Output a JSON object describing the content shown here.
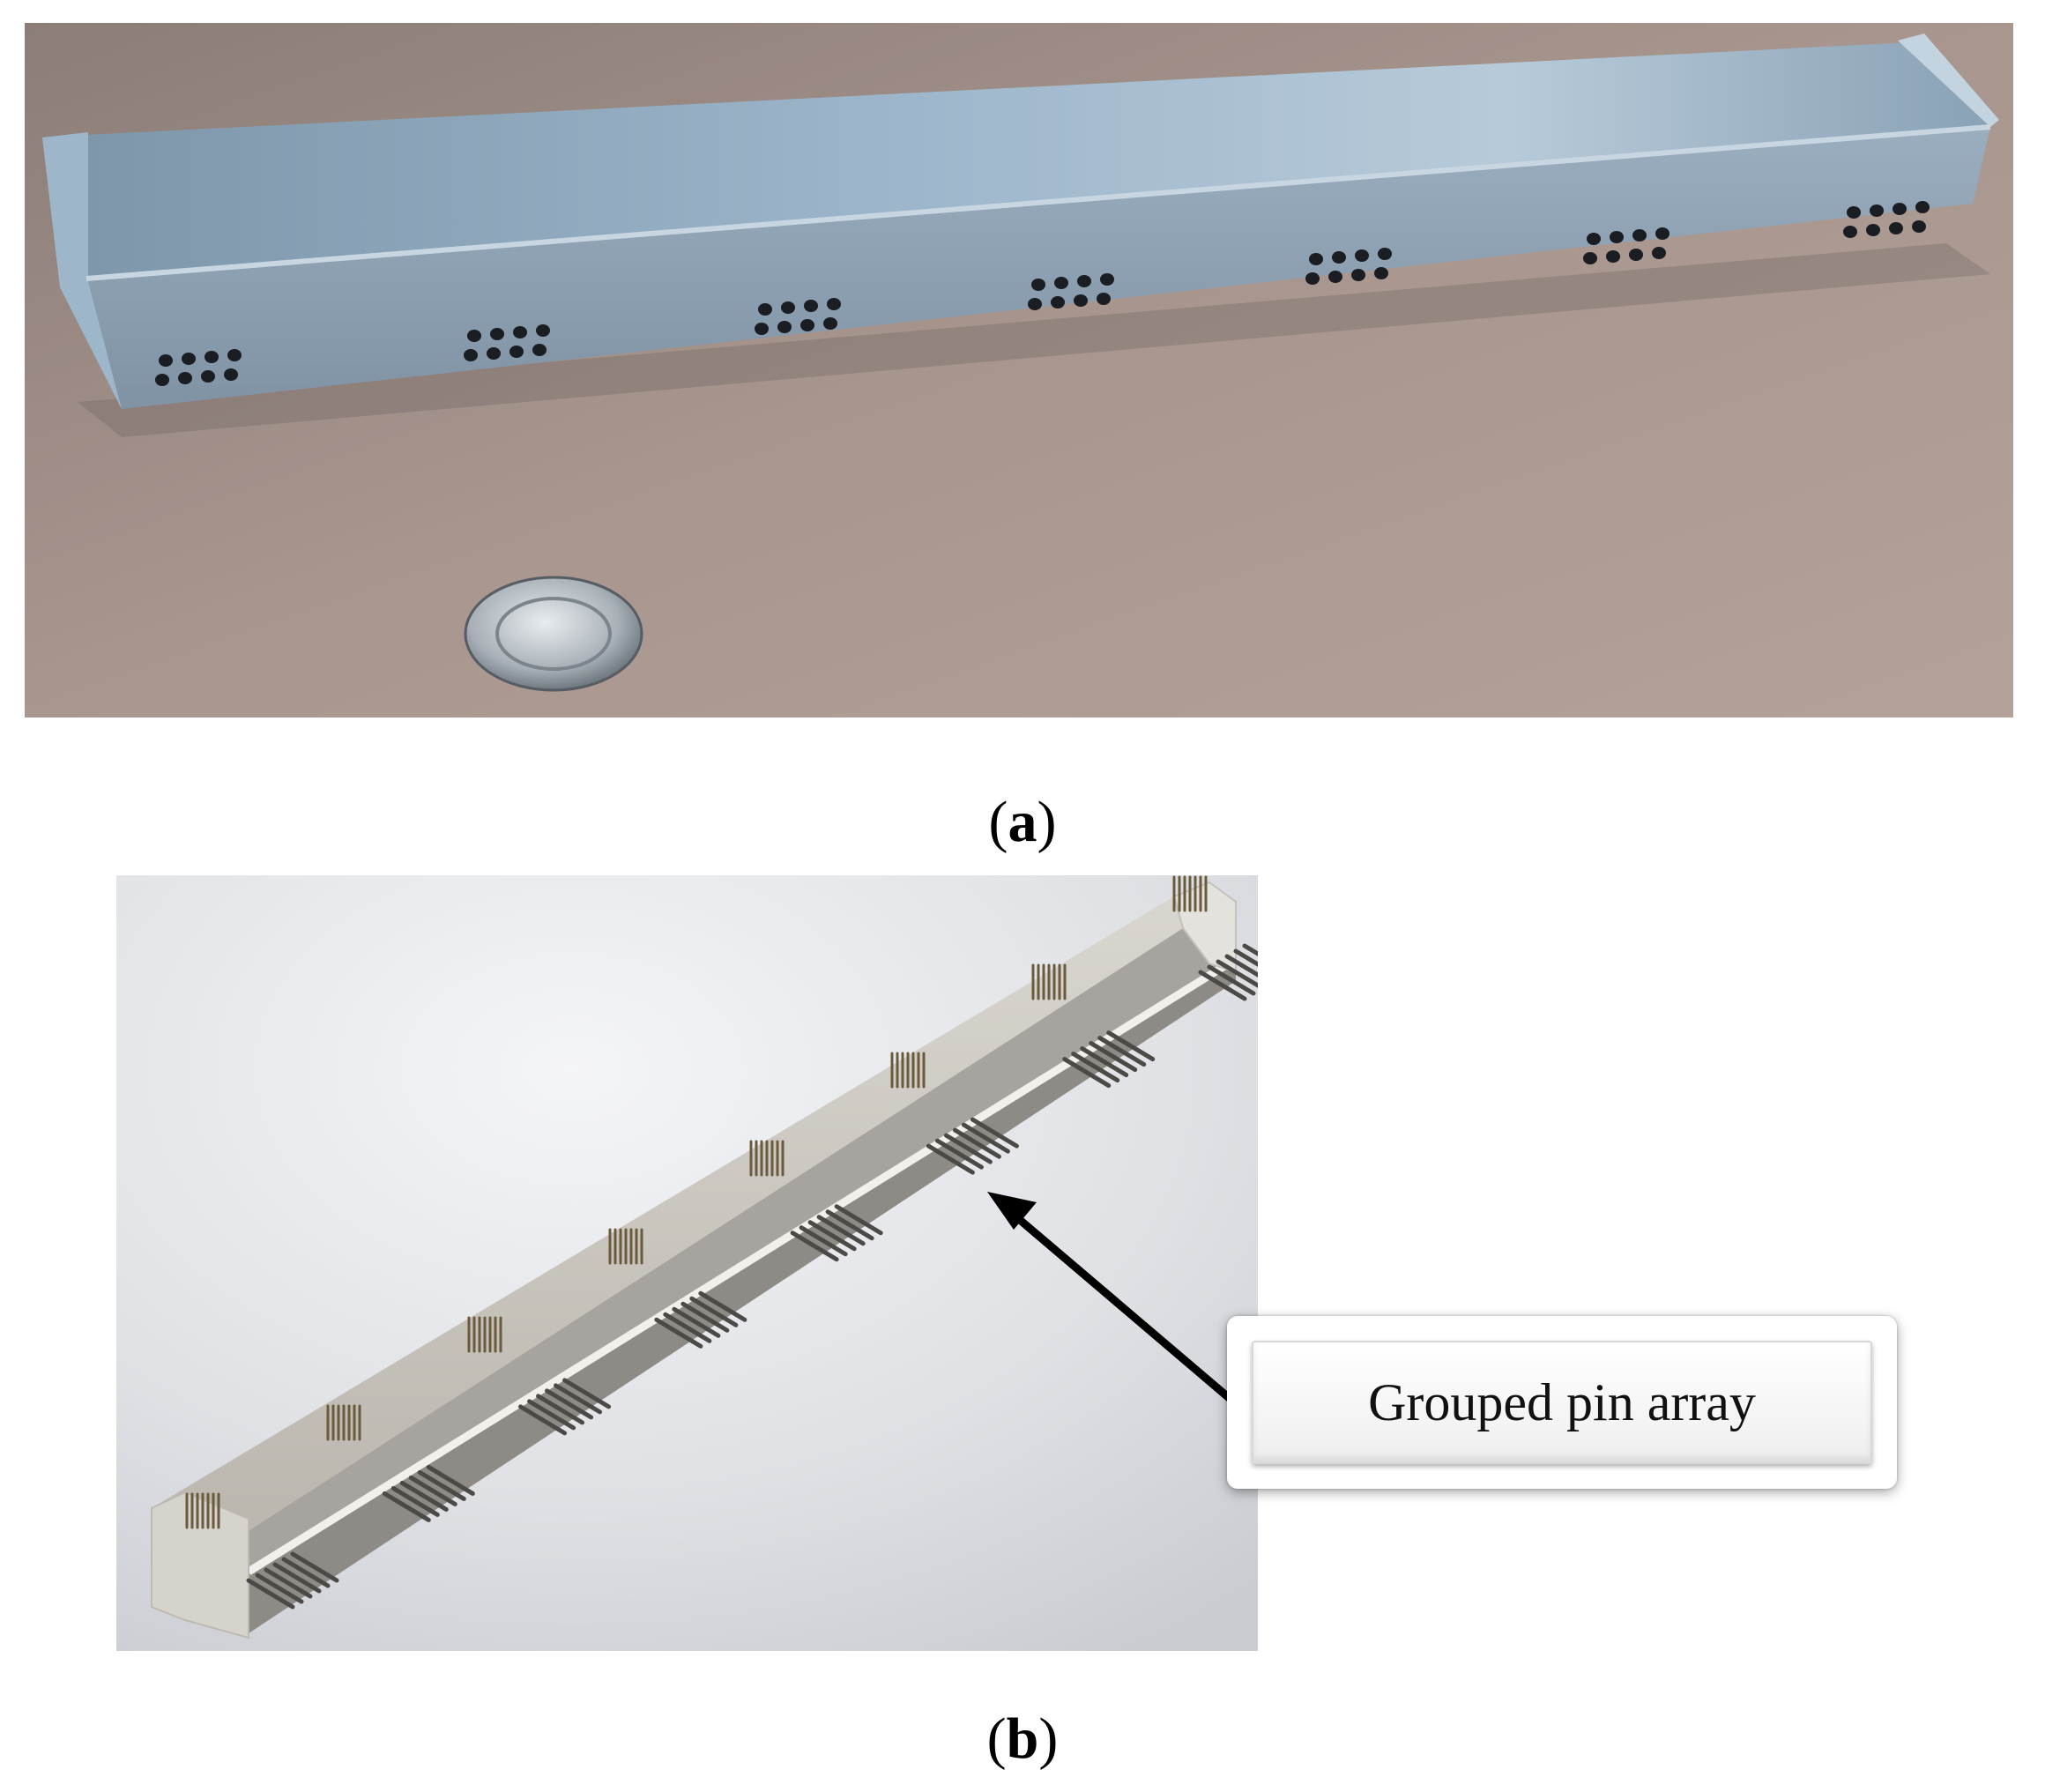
{
  "captions": {
    "a_open": "(",
    "a_letter": "a",
    "a_close": ")",
    "b_open": "(",
    "b_letter": "b",
    "b_close": ")"
  },
  "callout": {
    "label": "Grouped pin array"
  },
  "colors": {
    "metal": "#8fa8bd",
    "table": "#a49289",
    "render_bg": "#dcdee2",
    "arrow": "#000000"
  }
}
